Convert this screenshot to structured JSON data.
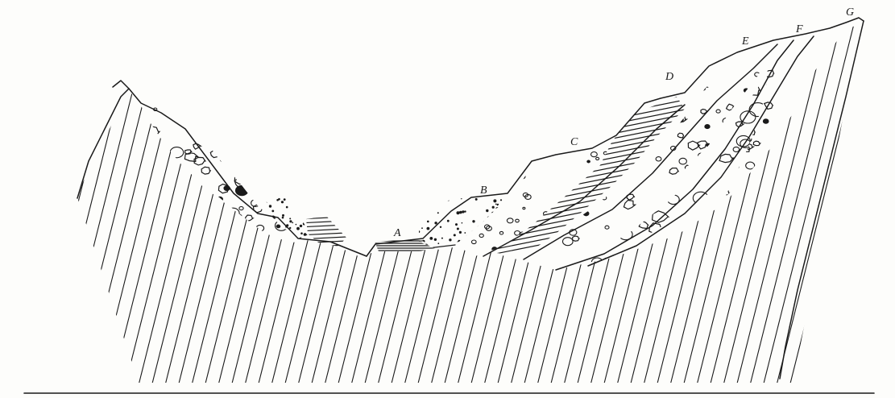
{
  "figure": {
    "labels": {
      "a": "A",
      "b": "B",
      "c": "C",
      "d": "D",
      "e": "E",
      "f": "F",
      "g": "G"
    }
  },
  "colors": {
    "ink": "#1a1a1a",
    "paper": "#fdfdfb"
  }
}
